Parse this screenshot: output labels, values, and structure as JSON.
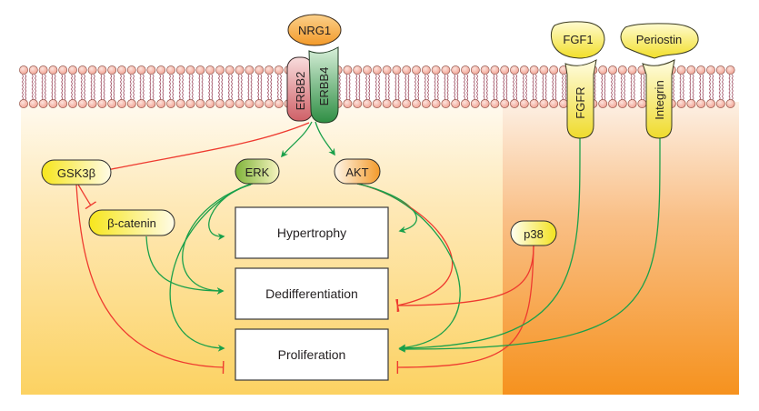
{
  "diagram": {
    "type": "signaling-pathway",
    "ligands": [
      {
        "id": "nrg1",
        "label": "NRG1",
        "color": "#f7a733"
      },
      {
        "id": "fgf1",
        "label": "FGF1",
        "color": "#f5e03a"
      },
      {
        "id": "periostin",
        "label": "Periostin",
        "color": "#f5e03a"
      }
    ],
    "receptors": [
      {
        "id": "erbb2",
        "label": "ERBB2",
        "color": "#d9757a"
      },
      {
        "id": "erbb4",
        "label": "ERBB4",
        "color": "#3a9a4e"
      },
      {
        "id": "fgfr",
        "label": "FGFR",
        "color": "#f5e03a"
      },
      {
        "id": "integrin",
        "label": "Integrin",
        "color": "#f5e03a"
      }
    ],
    "mediators": [
      {
        "id": "gsk3b",
        "label": "GSK3β"
      },
      {
        "id": "bcatenin",
        "label": "β-catenin"
      },
      {
        "id": "erk",
        "label": "ERK"
      },
      {
        "id": "akt",
        "label": "AKT"
      },
      {
        "id": "p38",
        "label": "p38"
      }
    ],
    "outcomes": [
      {
        "id": "hypertrophy",
        "label": "Hypertrophy"
      },
      {
        "id": "dedifferentiation",
        "label": "Dedifferentiation"
      },
      {
        "id": "proliferation",
        "label": "Proliferation"
      }
    ],
    "edges": [
      {
        "from": "erbb2",
        "to": "gsk3b",
        "type": "inhibition"
      },
      {
        "from": "erbb4",
        "to": "erk",
        "type": "activation"
      },
      {
        "from": "erbb4",
        "to": "akt",
        "type": "activation"
      },
      {
        "from": "gsk3b",
        "to": "bcatenin",
        "type": "inhibition"
      },
      {
        "from": "gsk3b",
        "to": "proliferation",
        "type": "inhibition"
      },
      {
        "from": "bcatenin",
        "to": "dedifferentiation",
        "type": "activation"
      },
      {
        "from": "erk",
        "to": "hypertrophy",
        "type": "activation"
      },
      {
        "from": "erk",
        "to": "dedifferentiation",
        "type": "activation"
      },
      {
        "from": "erk",
        "to": "proliferation",
        "type": "activation"
      },
      {
        "from": "akt",
        "to": "hypertrophy",
        "type": "activation"
      },
      {
        "from": "akt",
        "to": "dedifferentiation",
        "type": "inhibition"
      },
      {
        "from": "akt",
        "to": "proliferation",
        "type": "activation"
      },
      {
        "from": "p38",
        "to": "dedifferentiation",
        "type": "inhibition"
      },
      {
        "from": "p38",
        "to": "proliferation",
        "type": "inhibition"
      },
      {
        "from": "fgfr",
        "to": "proliferation",
        "type": "activation"
      },
      {
        "from": "integrin",
        "to": "proliferation",
        "type": "activation"
      }
    ],
    "colors": {
      "activation": "#1aa04a",
      "inhibition": "#ee3a2f",
      "membrane_head": "#f6b3a7",
      "membrane_tail": "#9c4a5e",
      "cytoplasm_left_top": "#fff8ea",
      "cytoplasm_left_bottom": "#fcd262",
      "cytoplasm_right_top": "#fdeee0",
      "cytoplasm_right_bottom": "#f6921e"
    }
  }
}
